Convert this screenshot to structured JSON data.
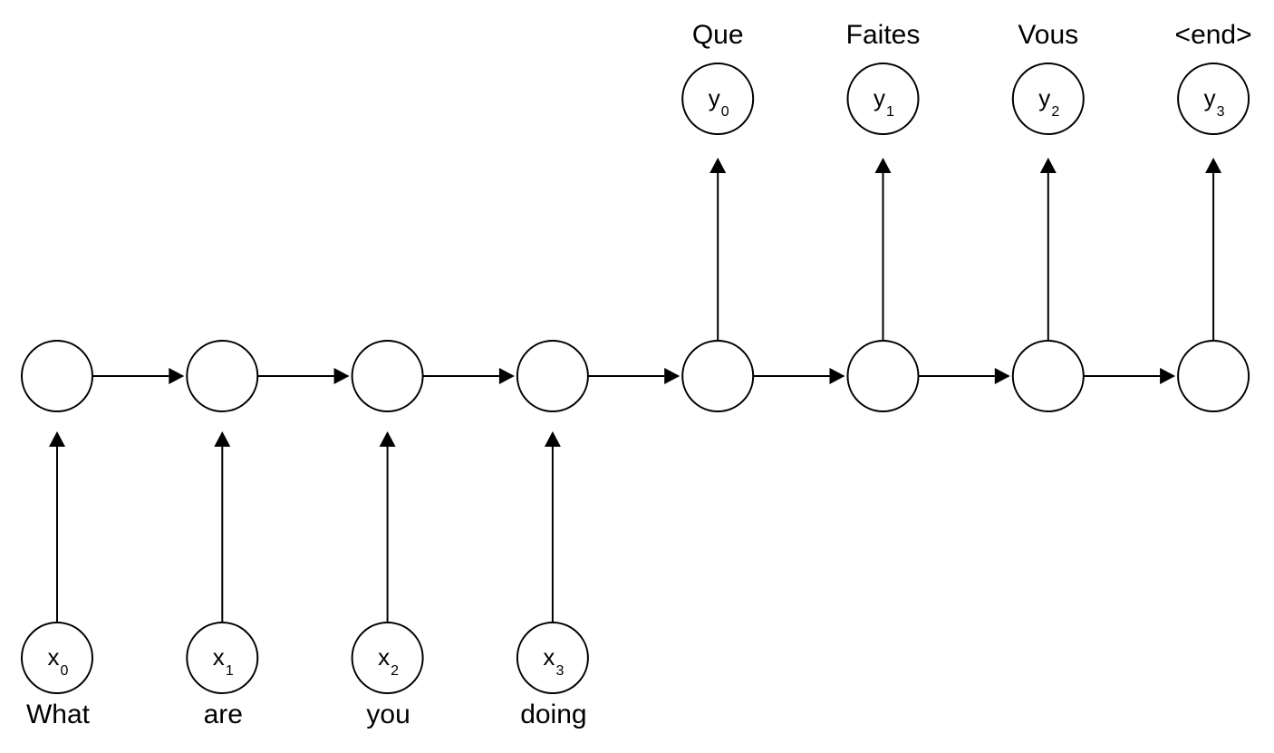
{
  "inputs": [
    {
      "symbol": "x",
      "subscript": "0",
      "word": "What"
    },
    {
      "symbol": "x",
      "subscript": "1",
      "word": "are"
    },
    {
      "symbol": "x",
      "subscript": "2",
      "word": "you"
    },
    {
      "symbol": "x",
      "subscript": "3",
      "word": "doing"
    }
  ],
  "outputs": [
    {
      "symbol": "y",
      "subscript": "0",
      "word": "Que"
    },
    {
      "symbol": "y",
      "subscript": "1",
      "word": "Faites"
    },
    {
      "symbol": "y",
      "subscript": "2",
      "word": "Vous"
    },
    {
      "symbol": "y",
      "subscript": "3",
      "word": "<end>"
    }
  ],
  "hidden_state_count": 8,
  "colors": {
    "stroke": "#000000",
    "fill": "#ffffff",
    "text": "#000000"
  }
}
